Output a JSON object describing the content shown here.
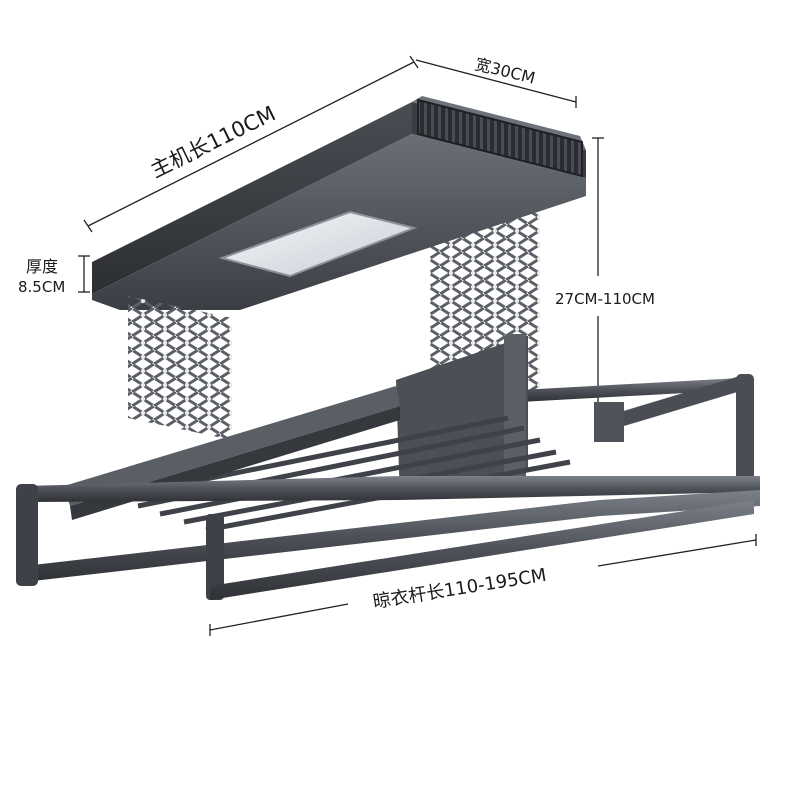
{
  "labels": {
    "host_length": "主机长110CM",
    "width": "宽30CM",
    "thickness_title": "厚度",
    "thickness_value": "8.5CM",
    "lift_range": "27CM-110CM",
    "rod_length": "晾衣杆长110-195CM"
  },
  "colors": {
    "background": "#ffffff",
    "frame_dark": "#3a3c42",
    "frame_mid": "#55585f",
    "frame_light": "#777b83",
    "text": "#1a1a1a"
  }
}
